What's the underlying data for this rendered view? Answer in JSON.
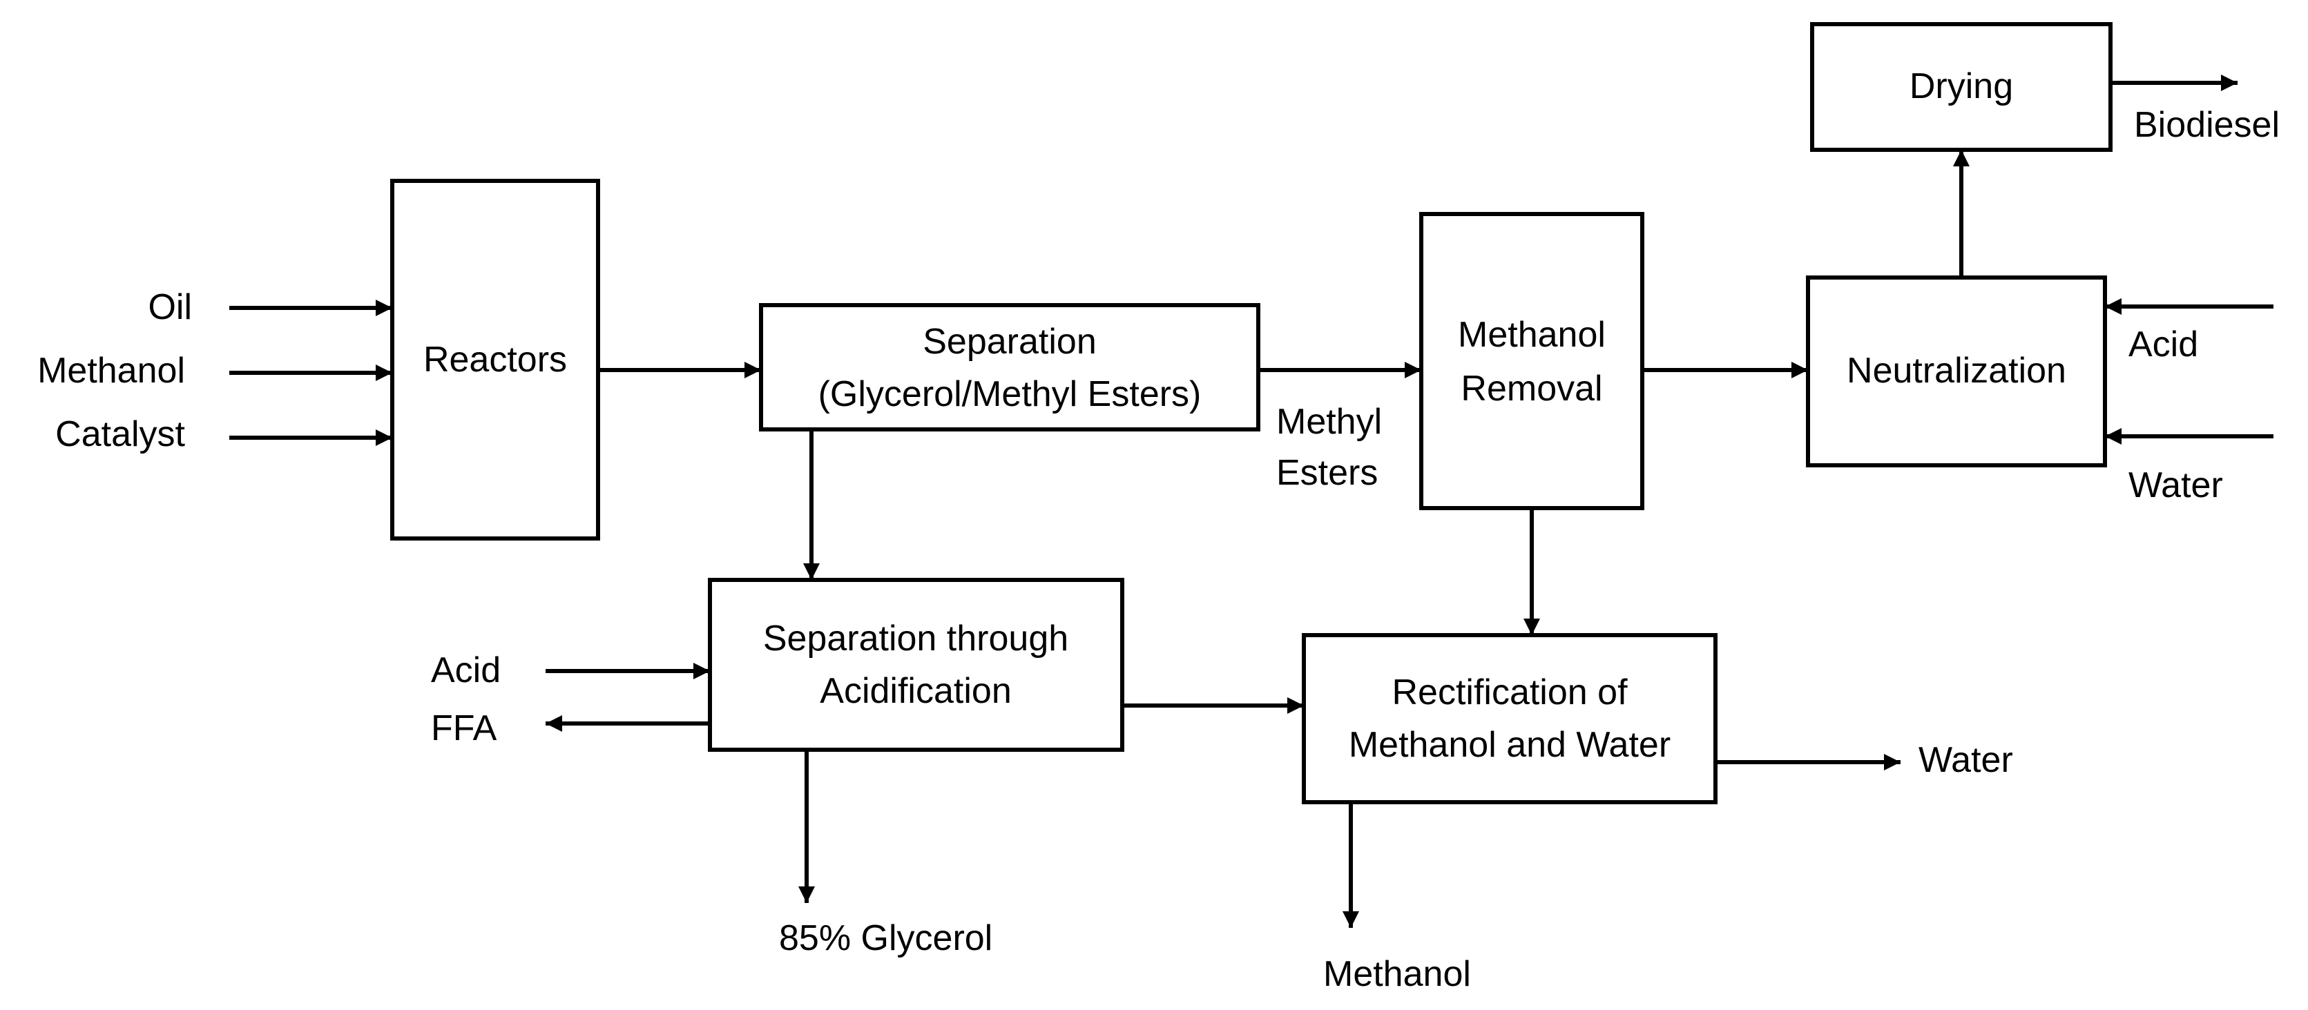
{
  "boxes": {
    "reactors": [
      "Reactors"
    ],
    "separation": [
      "Separation",
      "(Glycerol/Methyl Esters)"
    ],
    "methanol_removal": [
      "Methanol",
      "Removal"
    ],
    "neutralization": [
      "Neutralization"
    ],
    "drying": [
      "Drying"
    ],
    "acidification": [
      "Separation through",
      "Acidification"
    ],
    "rectification": [
      "Rectification of",
      "Methanol and Water"
    ]
  },
  "streams": {
    "oil": "Oil",
    "methanol_in": "Methanol",
    "catalyst": "Catalyst",
    "methyl_esters": [
      "Methyl",
      "Esters"
    ],
    "biodiesel": "Biodiesel",
    "acid_neutralization": "Acid",
    "water_neutralization": "Water",
    "acid_acidification": "Acid",
    "ffa": "FFA",
    "glycerol": "85% Glycerol",
    "water_out": "Water",
    "methanol_out": "Methanol"
  }
}
